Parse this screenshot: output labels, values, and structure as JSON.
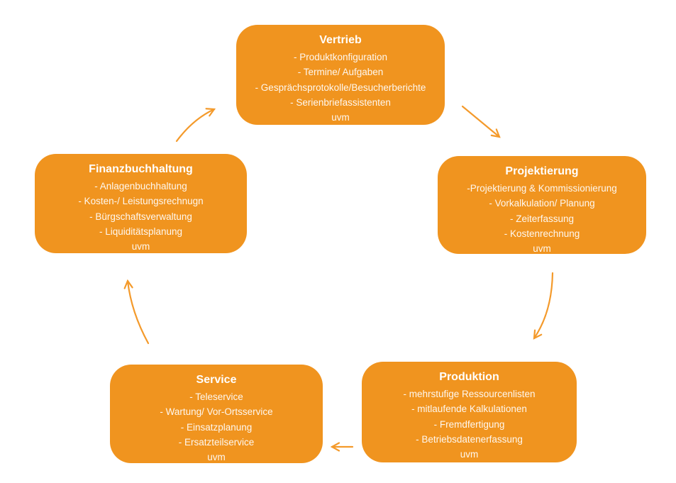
{
  "diagram": {
    "colors": {
      "box_fill": "#F0941F",
      "title_text": "#FFFFFF",
      "item_text": "rgba(255,255,255,0.93)",
      "arrow": "#F49A2B",
      "page_bg": "#FFFFFF"
    },
    "boxes": [
      {
        "id": "vertrieb",
        "title": "Vertrieb",
        "items": [
          "- Produktkonfiguration",
          "- Termine/ Aufgaben",
          "- Gesprächsprotokolle/Besucherberichte",
          "- Serienbriefassistenten",
          "uvm"
        ]
      },
      {
        "id": "projektierung",
        "title": "Projektierung",
        "items": [
          "-Projektierung & Kommissionierung",
          "- Vorkalkulation/ Planung",
          "- Zeiterfassung",
          "- Kostenrechnung",
          "uvm"
        ]
      },
      {
        "id": "produktion",
        "title": "Produktion",
        "items": [
          "- mehrstufige Ressourcenlisten",
          "- mitlaufende Kalkulationen",
          "- Fremdfertigung",
          "- Betriebsdatenerfassung",
          "uvm"
        ]
      },
      {
        "id": "service",
        "title": "Service",
        "items": [
          "- Teleservice",
          "- Wartung/ Vor-Ortsservice",
          "- Einsatzplanung",
          "- Ersatzteilservice",
          "uvm"
        ]
      },
      {
        "id": "finanzbuchhaltung",
        "title": "Finanzbuchhaltung",
        "items": [
          "- Anlagenbuchhaltung",
          "- Kosten-/ Leistungsrechnugn",
          "- Bürgschaftsverwaltung",
          "- Liquiditätsplanung",
          "uvm"
        ]
      }
    ],
    "arrows": [
      {
        "from": "finanzbuchhaltung",
        "to": "vertrieb"
      },
      {
        "from": "vertrieb",
        "to": "projektierung"
      },
      {
        "from": "projektierung",
        "to": "produktion"
      },
      {
        "from": "produktion",
        "to": "service"
      },
      {
        "from": "service",
        "to": "finanzbuchhaltung"
      }
    ]
  }
}
